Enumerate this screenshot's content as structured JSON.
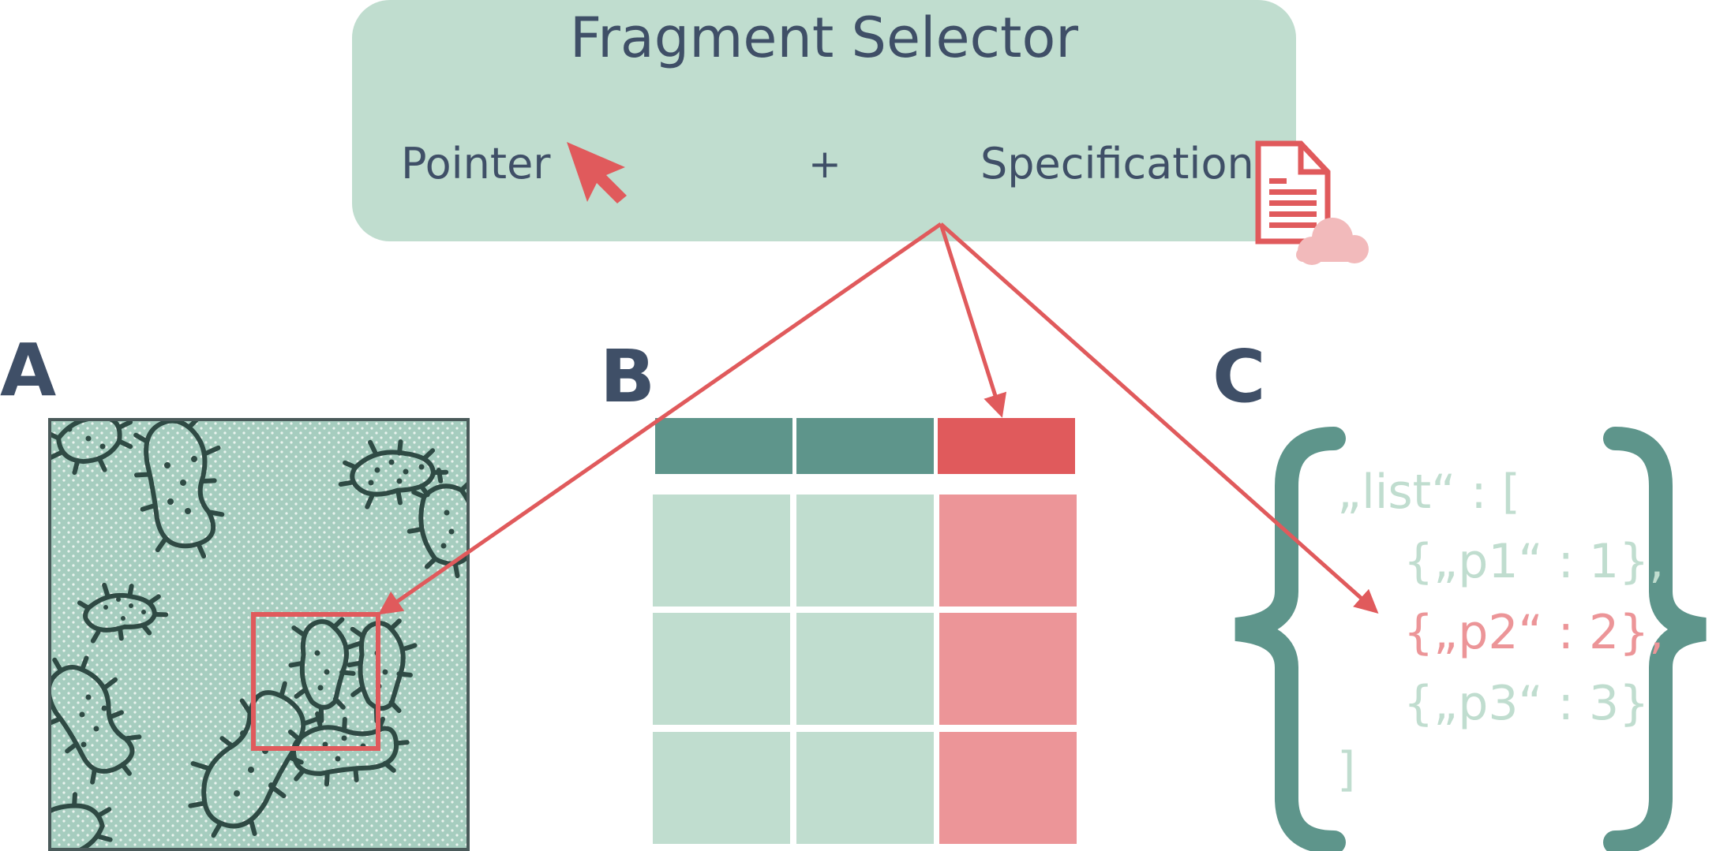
{
  "selector": {
    "title": "Fragment Selector",
    "pointer_label": "Pointer",
    "plus": "+",
    "specification_label": "Specification"
  },
  "sections": {
    "a": "A",
    "b": "B",
    "c": "C"
  },
  "json_code": {
    "line0": "„list“ : [",
    "line1": "{„p1“ : 1},",
    "line2": "{„p2“ : 2},",
    "line3": "{„p3“ : 3}",
    "line4": "]"
  },
  "colors": {
    "panel": "#c0ddcf",
    "text": "#3f4f67",
    "accent_red": "#e05a5c",
    "light_red": "#ec9598",
    "teal": "#5e958b",
    "light_teal": "#c0ddcf",
    "dark_outline": "#2f4a44"
  },
  "icons": {
    "pointer": "cursor-arrow-icon",
    "specification": "document-cloud-icon",
    "bacteria": "bacteria-icon"
  }
}
